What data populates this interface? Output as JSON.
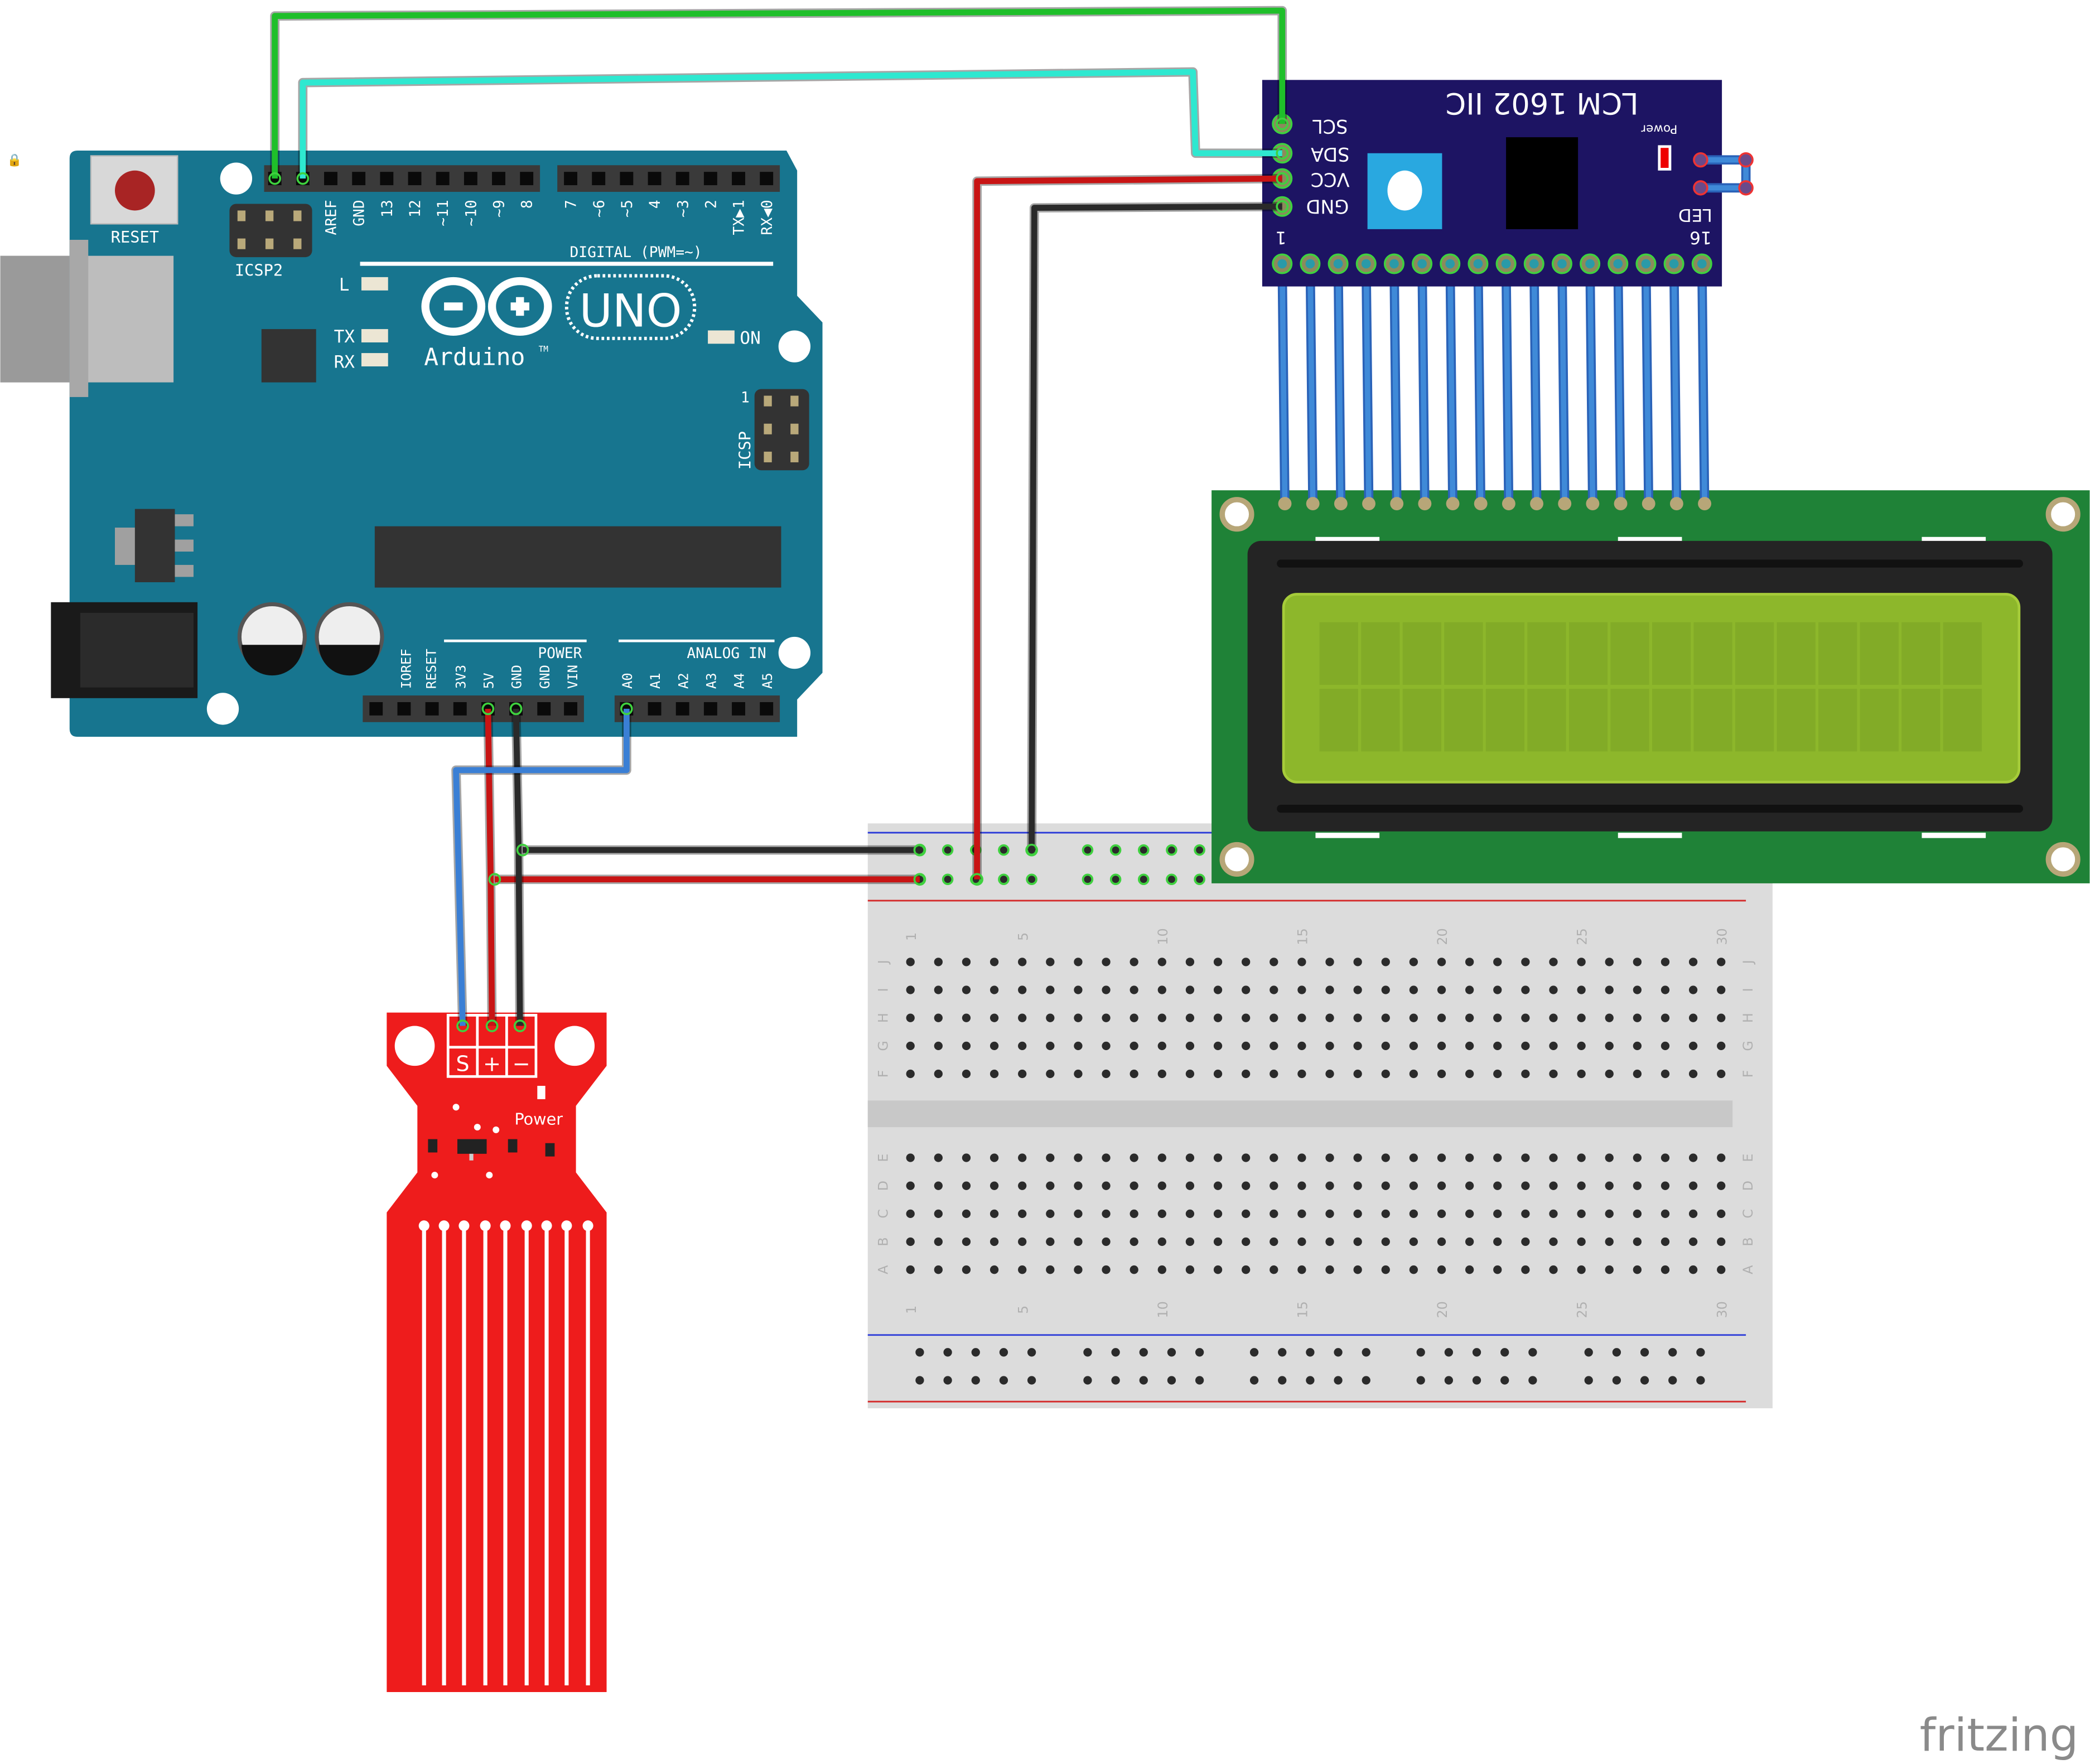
{
  "arduino": {
    "reset_label": "RESET",
    "icsp2_label": "ICSP2",
    "icsp_label": "ICSP",
    "icsp_pin1": "1",
    "led_l": "L",
    "led_tx": "TX",
    "led_rx": "RX",
    "led_on": "ON",
    "brand": "Arduino",
    "tm": "TM",
    "model": "UNO",
    "digital_label": "DIGITAL (PWM=~)",
    "power_label": "POWER",
    "analog_label": "ANALOG IN",
    "digital_pins": [
      "AREF",
      "GND",
      "13",
      "12",
      "~11",
      "~10",
      "~9",
      "8"
    ],
    "digital_pins2": [
      "7",
      "~6",
      "~5",
      "4",
      "~3",
      "2",
      "TX▶1",
      "RX◀0"
    ],
    "power_pins": [
      "IOREF",
      "RESET",
      "3V3",
      "5V",
      "GND",
      "GND",
      "VIN"
    ],
    "analog_pins": [
      "A0",
      "A1",
      "A2",
      "A3",
      "A4",
      "A5"
    ],
    "color": "#17758f"
  },
  "i2c_module": {
    "title": "LCM 1602 IIC",
    "pins": [
      "SCL",
      "SDA",
      "VCC",
      "GND"
    ],
    "pin1": "1",
    "pin16": "16",
    "led_label": "LED",
    "power_label": "Power",
    "color": "#1d1463"
  },
  "lcd": {
    "columns": 16,
    "rows": 2,
    "color": "#1f8237",
    "screen_color": "#8db72b"
  },
  "breadboard": {
    "column_numbers": [
      "1",
      "5",
      "10",
      "15",
      "20",
      "25",
      "30"
    ],
    "rows_top": [
      "J",
      "I",
      "H",
      "G",
      "F"
    ],
    "rows_bottom": [
      "E",
      "D",
      "C",
      "B",
      "A"
    ],
    "columns": 30
  },
  "sensor": {
    "pins": [
      "S",
      "+",
      "−"
    ],
    "power_label": "Power",
    "color": "#ee1c1c"
  },
  "wires": {
    "green": "#1fbf2a",
    "cyan": "#2ee8d0",
    "red": "#c81414",
    "black": "#2a2a2a",
    "blue": "#3a7fd5"
  },
  "logo": "fritzing"
}
